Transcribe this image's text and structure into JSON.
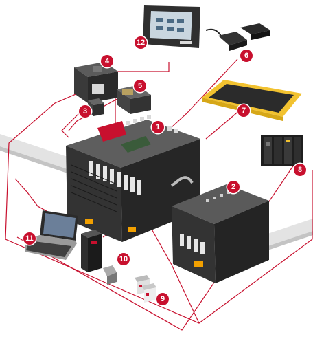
{
  "diagram": {
    "callouts": [
      {
        "id": "1",
        "label": "1",
        "target": "main-controller-unit"
      },
      {
        "id": "2",
        "label": "2",
        "target": "expansion-io-unit"
      },
      {
        "id": "3",
        "label": "3",
        "target": "memory-cassette"
      },
      {
        "id": "4",
        "label": "4",
        "target": "communication-adapter"
      },
      {
        "id": "5",
        "label": "5",
        "target": "serial-option-board"
      },
      {
        "id": "6",
        "label": "6",
        "target": "proximity-sensor"
      },
      {
        "id": "7",
        "label": "7",
        "target": "safety-mat"
      },
      {
        "id": "8",
        "label": "8",
        "target": "rack-plc"
      },
      {
        "id": "9",
        "label": "9",
        "target": "relays"
      },
      {
        "id": "10",
        "label": "10",
        "target": "servo-system"
      },
      {
        "id": "11",
        "label": "11",
        "target": "laptop"
      },
      {
        "id": "12",
        "label": "12",
        "target": "touch-panel-hmi"
      }
    ],
    "colors": {
      "leader_line": "#c8102e",
      "badge": "#c8102e",
      "unit_body": "#2a2a2a",
      "rail": "#d9d9d9",
      "mat_yellow": "#f2c230"
    }
  }
}
